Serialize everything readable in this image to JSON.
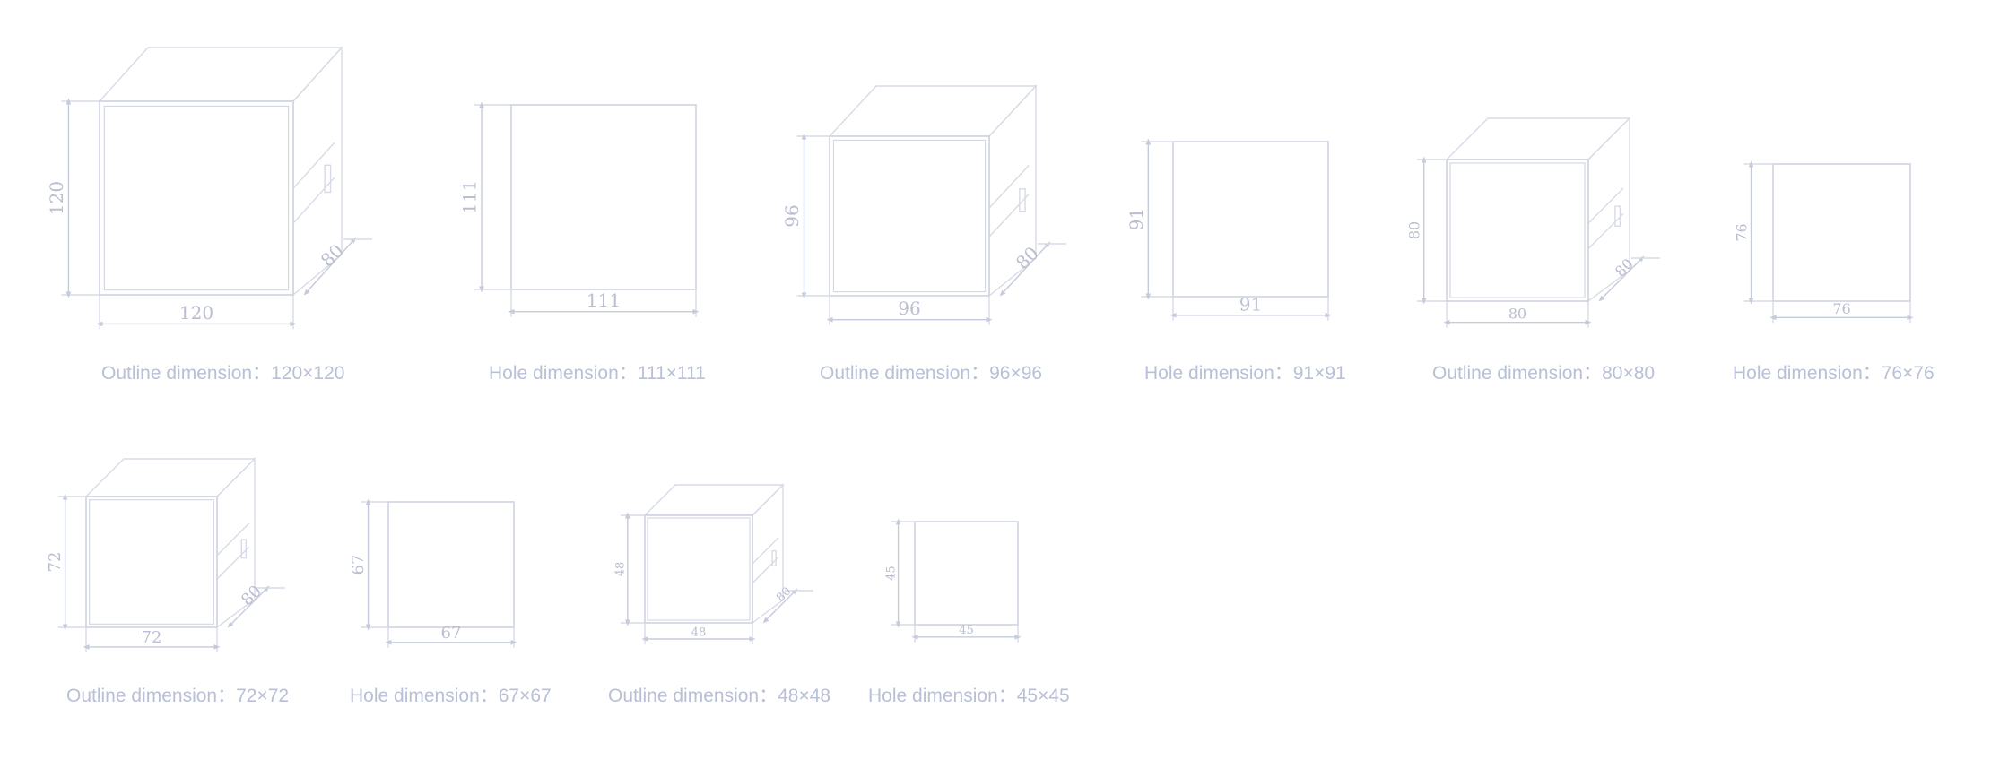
{
  "items": [
    {
      "kind": "outline",
      "caption": "Outline dimension：120×120",
      "width": "120",
      "height": "120",
      "depth": "80"
    },
    {
      "kind": "hole",
      "caption": "Hole dimension：111×111",
      "width": "111",
      "height": "111"
    },
    {
      "kind": "outline",
      "caption": "Outline dimension：96×96",
      "width": "96",
      "height": "96",
      "depth": "80"
    },
    {
      "kind": "hole",
      "caption": "Hole dimension：91×91",
      "width": "91",
      "height": "91"
    },
    {
      "kind": "outline",
      "caption": "Outline dimension：80×80",
      "width": "80",
      "height": "80",
      "depth": "80"
    },
    {
      "kind": "hole",
      "caption": "Hole dimension：76×76",
      "width": "76",
      "height": "76"
    },
    {
      "kind": "outline",
      "caption": "Outline dimension：72×72",
      "width": "72",
      "height": "72",
      "depth": "80"
    },
    {
      "kind": "hole",
      "caption": "Hole dimension：67×67",
      "width": "67",
      "height": "67"
    },
    {
      "kind": "outline",
      "caption": "Outline dimension：48×48",
      "width": "48",
      "height": "48",
      "depth": "80"
    },
    {
      "kind": "hole",
      "caption": "Hole dimension：45×45",
      "width": "45",
      "height": "45"
    }
  ],
  "colors": {
    "line": "#d8dbe6",
    "dimension": "#c6cbdc",
    "text": "#b9c0d6"
  }
}
